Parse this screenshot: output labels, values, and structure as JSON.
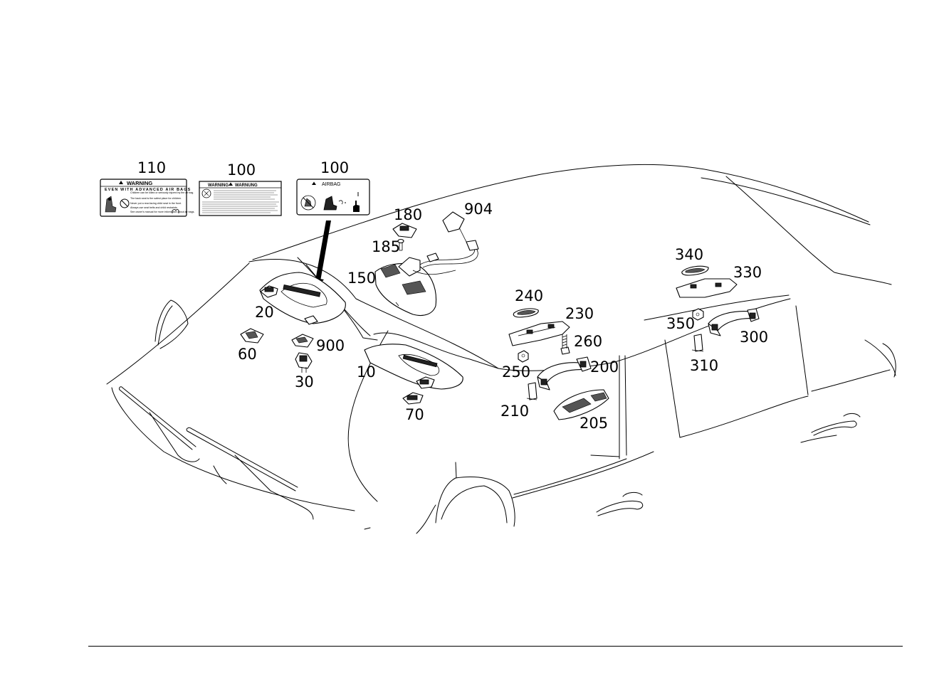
{
  "labels": {
    "label_110": {
      "title": "WARNING",
      "subtitle": "EVEN WITH ADVANCED AIR BAGS",
      "lines": [
        "Children can be killed or seriously injured by the air bag.",
        "The back seat is the safest place for children.",
        "Never put a rear-facing child seat in the front.",
        "Always use seat belts and child restraints.",
        "See owner's manual for more information about air bags."
      ]
    },
    "label_100a": {
      "title_en": "WARNING",
      "title_de": "WARNUNG"
    },
    "label_100b": {
      "title": "AIRBAG"
    }
  },
  "callouts": [
    {
      "id": "110",
      "text": "110"
    },
    {
      "id": "100a",
      "text": "100"
    },
    {
      "id": "100b",
      "text": "100"
    },
    {
      "id": "180",
      "text": "180"
    },
    {
      "id": "904",
      "text": "904"
    },
    {
      "id": "185",
      "text": "185"
    },
    {
      "id": "150",
      "text": "150"
    },
    {
      "id": "20",
      "text": "20"
    },
    {
      "id": "60",
      "text": "60"
    },
    {
      "id": "900",
      "text": "900"
    },
    {
      "id": "30",
      "text": "30"
    },
    {
      "id": "10",
      "text": "10"
    },
    {
      "id": "70",
      "text": "70"
    },
    {
      "id": "240",
      "text": "240"
    },
    {
      "id": "230",
      "text": "230"
    },
    {
      "id": "260",
      "text": "260"
    },
    {
      "id": "250",
      "text": "250"
    },
    {
      "id": "200",
      "text": "200"
    },
    {
      "id": "210",
      "text": "210"
    },
    {
      "id": "205",
      "text": "205"
    },
    {
      "id": "340",
      "text": "340"
    },
    {
      "id": "330",
      "text": "330"
    },
    {
      "id": "350",
      "text": "350"
    },
    {
      "id": "300",
      "text": "300"
    },
    {
      "id": "310",
      "text": "310"
    }
  ]
}
